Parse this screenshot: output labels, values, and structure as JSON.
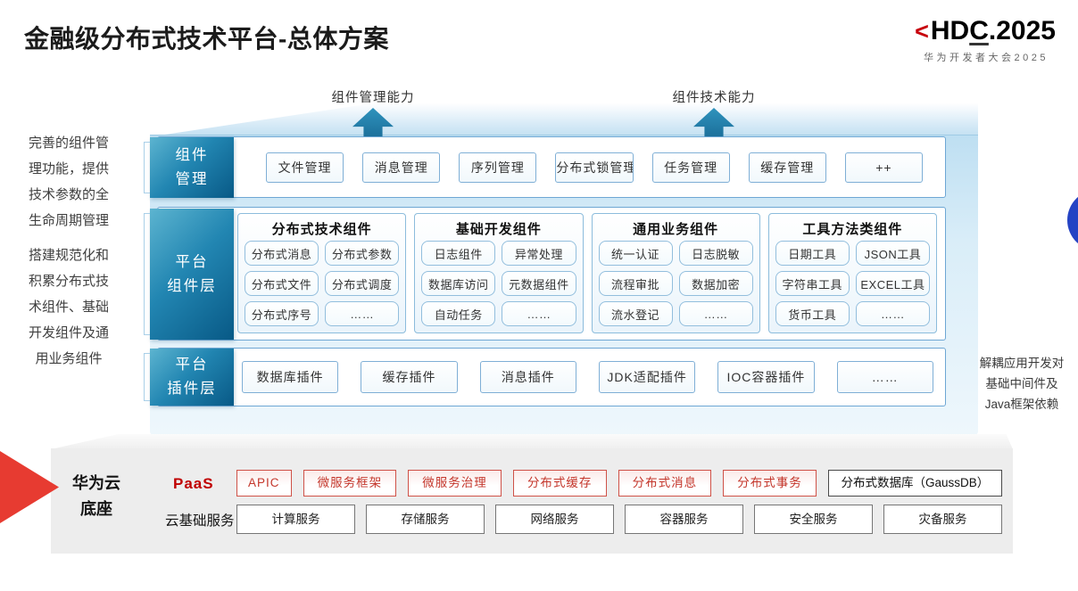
{
  "title": "金融级分布式技术平台-总体方案",
  "logo": {
    "bracket_left": "<",
    "text_pre": "HD",
    "text_c": "C",
    "text_post": ".2025",
    "subtitle": "华为开发者大会2025"
  },
  "annotations": {
    "left_top": "完善的组件管\n理功能，提供\n技术参数的全\n生命周期管理",
    "left_bottom": "搭建规范化和\n积累分布式技\n术组件、基础\n开发组件及通\n用业务组件",
    "right": "解耦应用开发对\n基础中间件及\nJava框架依赖",
    "arrow_left_label": "组件管理能力",
    "arrow_right_label": "组件技术能力"
  },
  "platform": {
    "management": {
      "label": "组件\n管理",
      "items": [
        "文件管理",
        "消息管理",
        "序列管理",
        "分布式锁管理",
        "任务管理",
        "缓存管理",
        "++"
      ]
    },
    "components": {
      "label": "平台\n组件层",
      "columns": [
        {
          "header": "分布式技术组件",
          "items": [
            "分布式消息",
            "分布式参数",
            "分布式文件",
            "分布式调度",
            "分布式序号",
            "……"
          ]
        },
        {
          "header": "基础开发组件",
          "items": [
            "日志组件",
            "异常处理",
            "数据库访问",
            "元数据组件",
            "自动任务",
            "……"
          ]
        },
        {
          "header": "通用业务组件",
          "items": [
            "统一认证",
            "日志脱敏",
            "流程审批",
            "数据加密",
            "流水登记",
            "……"
          ]
        },
        {
          "header": "工具方法类组件",
          "items": [
            "日期工具",
            "JSON工具",
            "字符串工具",
            "EXCEL工具",
            "货币工具",
            "……"
          ]
        }
      ]
    },
    "plugins": {
      "label": "平台\n插件层",
      "items": [
        "数据库插件",
        "缓存插件",
        "消息插件",
        "JDK适配插件",
        "IOC容器插件",
        "……"
      ]
    }
  },
  "foundation": {
    "label": "华为云\n底座",
    "paas_label": "PaaS",
    "paas_items": [
      "APIC",
      "微服务框架",
      "微服务治理",
      "分布式缓存",
      "分布式消息",
      "分布式事务"
    ],
    "paas_db": "分布式数据库（GaussDB）",
    "iaas_label": "云基础服务",
    "iaas_items": [
      "计算服务",
      "存储服务",
      "网络服务",
      "容器服务",
      "安全服务",
      "灾备服务"
    ]
  },
  "colors": {
    "label_gradient_dark": "#085986",
    "accent_red": "#c7000b",
    "arrow_red": "#e73b31",
    "circle_blue": "#2443c4"
  },
  "decor": {
    "brace": "}"
  }
}
